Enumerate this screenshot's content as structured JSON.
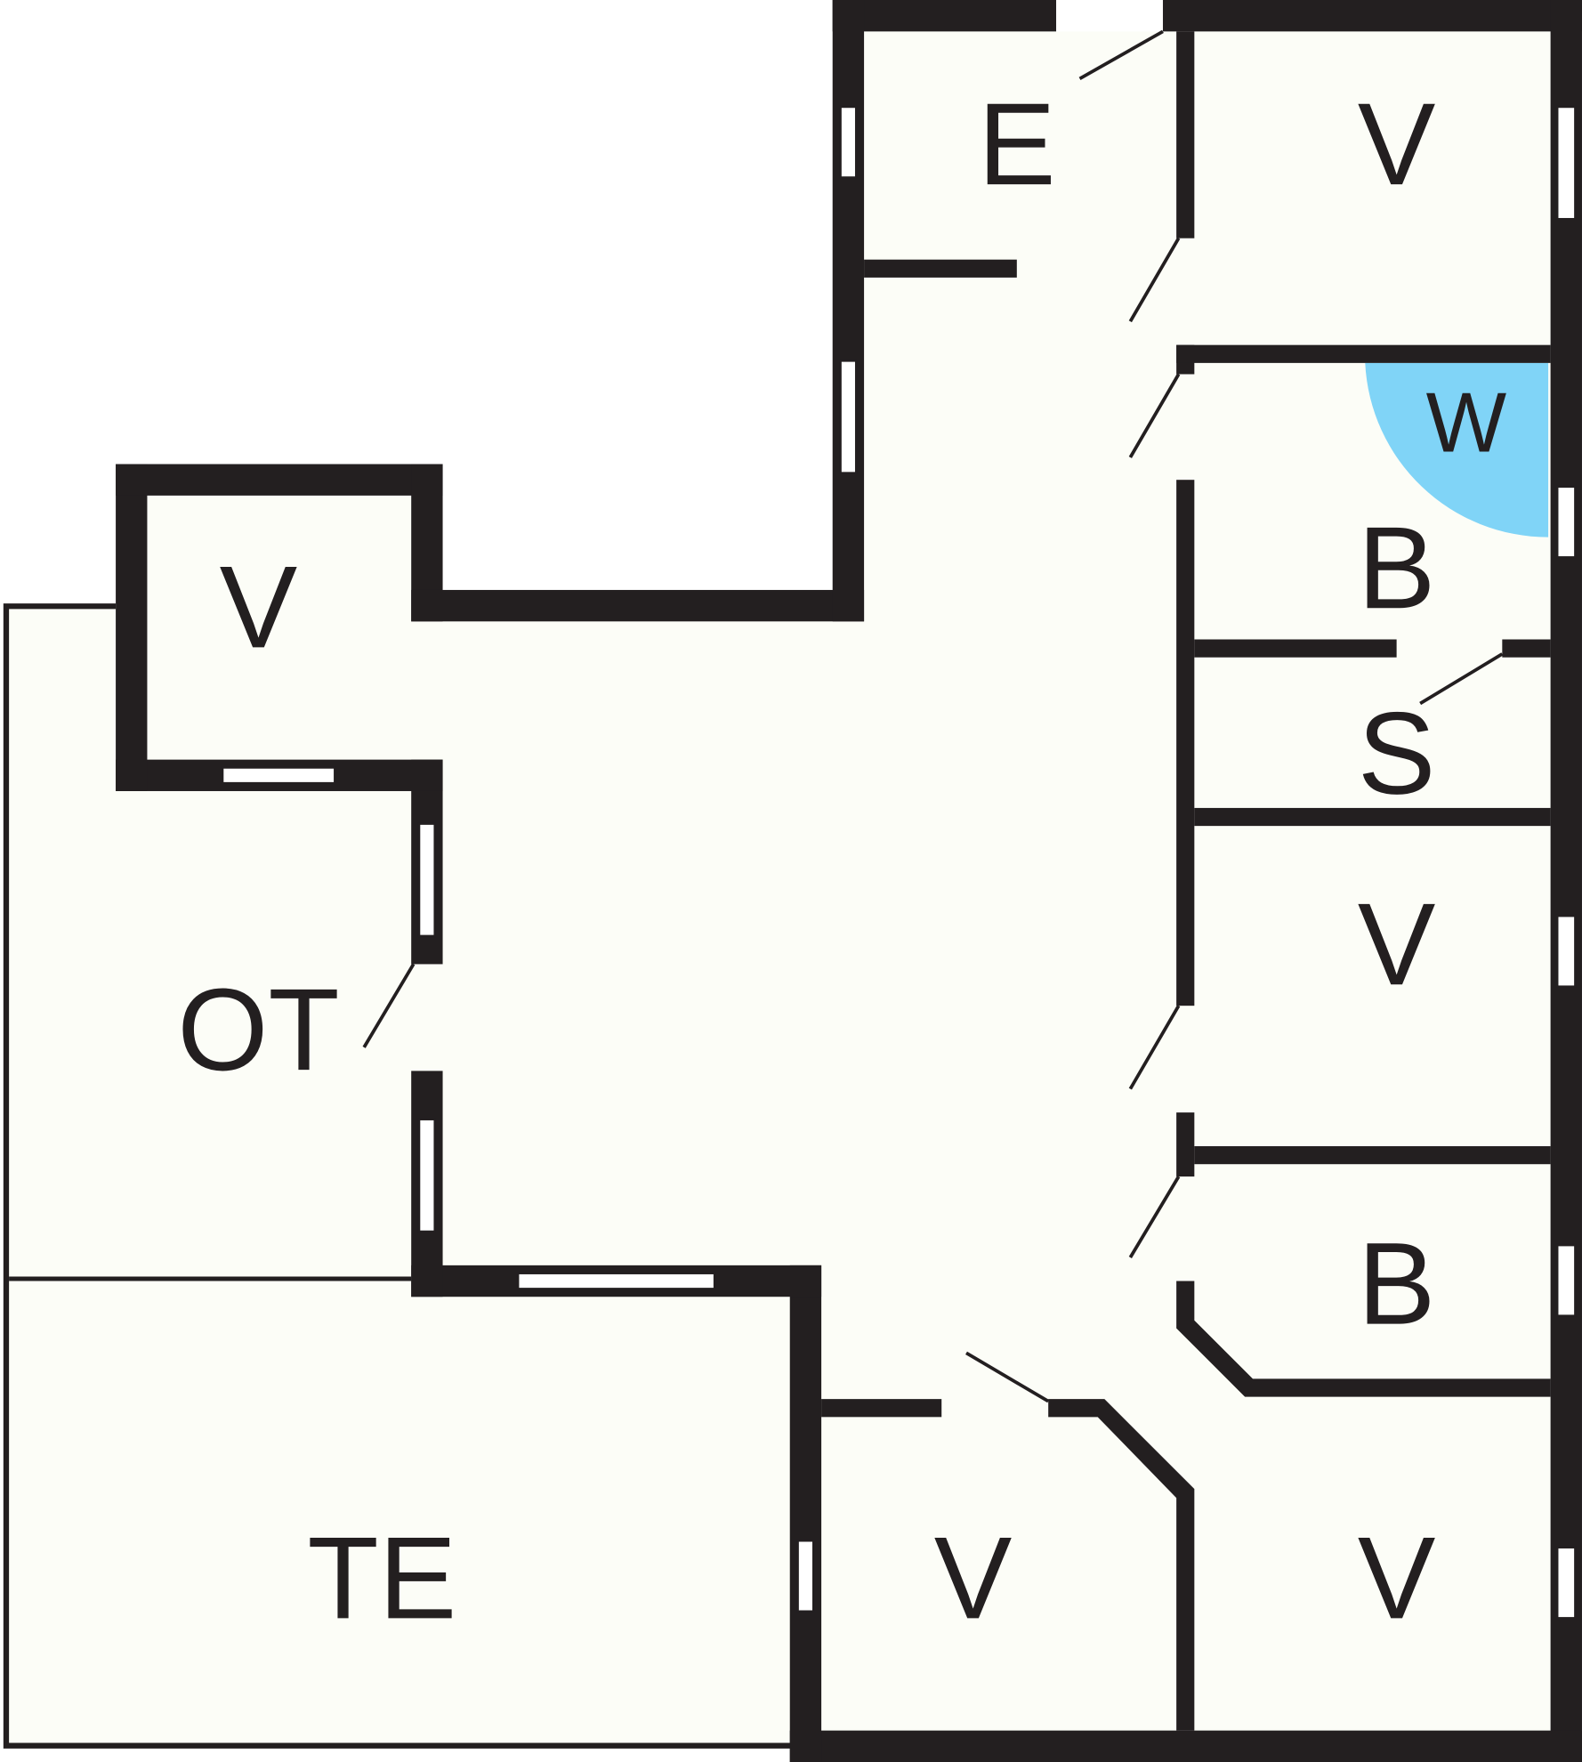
{
  "plan": {
    "colors": {
      "wall": "#231f20",
      "floor": "#fcfdf7",
      "wardrobe": "#80d4f7"
    },
    "rooms": {
      "entrance": "E",
      "bedroom_top_right": "V",
      "wardrobe": "W",
      "bathroom_upper": "B",
      "sauna": "S",
      "bedroom_mid_right": "V",
      "bathroom_lower": "B",
      "bedroom_bottom_right": "V",
      "bedroom_bottom_mid": "V",
      "terrace": "TE",
      "covered_terrace": "OT",
      "storage_left": "V"
    }
  }
}
